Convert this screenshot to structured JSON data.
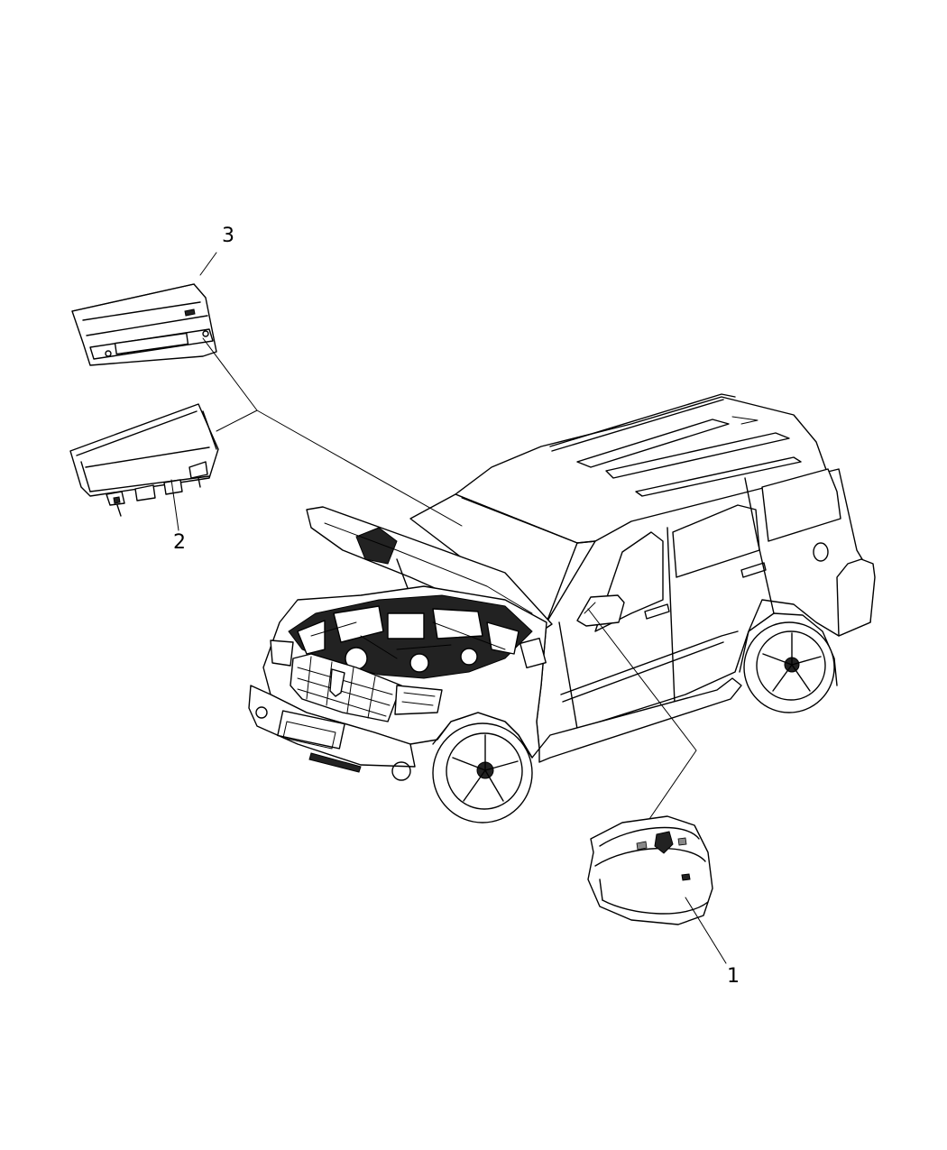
{
  "callouts": [
    {
      "id": "1",
      "label": "1"
    },
    {
      "id": "2",
      "label": "2"
    },
    {
      "id": "3",
      "label": "3"
    }
  ],
  "parts": [
    {
      "callout": "1",
      "icon": "steering-wheel-airbag-icon"
    },
    {
      "callout": "2",
      "icon": "passenger-airbag-module-icon"
    },
    {
      "callout": "3",
      "icon": "airbag-door-cover-icon"
    }
  ],
  "vehicle": {
    "icon": "suv-vehicle-icon"
  }
}
